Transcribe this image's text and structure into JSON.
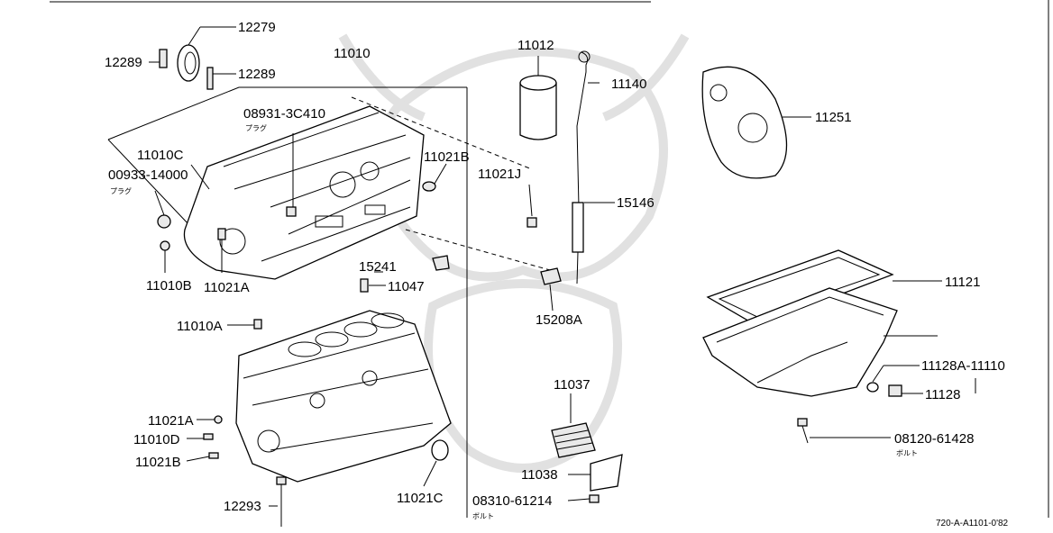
{
  "labels": {
    "p12279": "12279",
    "p12289a": "12289",
    "p12289b": "12289",
    "p11010": "11010",
    "p08931": "08931-3C410",
    "plug1": "プラグ",
    "p11010c": "11010C",
    "p00933": "00933-14000",
    "plug2": "プラグ",
    "p11021b_top": "11021B",
    "p11012": "11012",
    "p11140": "11140",
    "p11251": "11251",
    "p11021j": "11021J",
    "p15146": "15146",
    "p15241": "15241",
    "p11047": "11047",
    "p11010b": "11010B",
    "p11021a_top": "11021A",
    "p15208a": "15208A",
    "p11121": "11121",
    "p11010a": "11010A",
    "p11128a": "11128A-11110",
    "p11128": "11128",
    "p11037": "11037",
    "p11021a_bot": "11021A",
    "p11010d": "11010D",
    "p11021b_bot": "11021B",
    "p08120": "08120-61428",
    "bolt1": "ボルト",
    "p11038": "11038",
    "p11021c": "11021C",
    "p12293": "12293",
    "p08310": "08310-61214",
    "bolt2": "ボルト",
    "ref": "720-A-A1101-0'82"
  },
  "colors": {
    "ink": "#000000",
    "watermark": "#dedede",
    "background": "#ffffff"
  }
}
